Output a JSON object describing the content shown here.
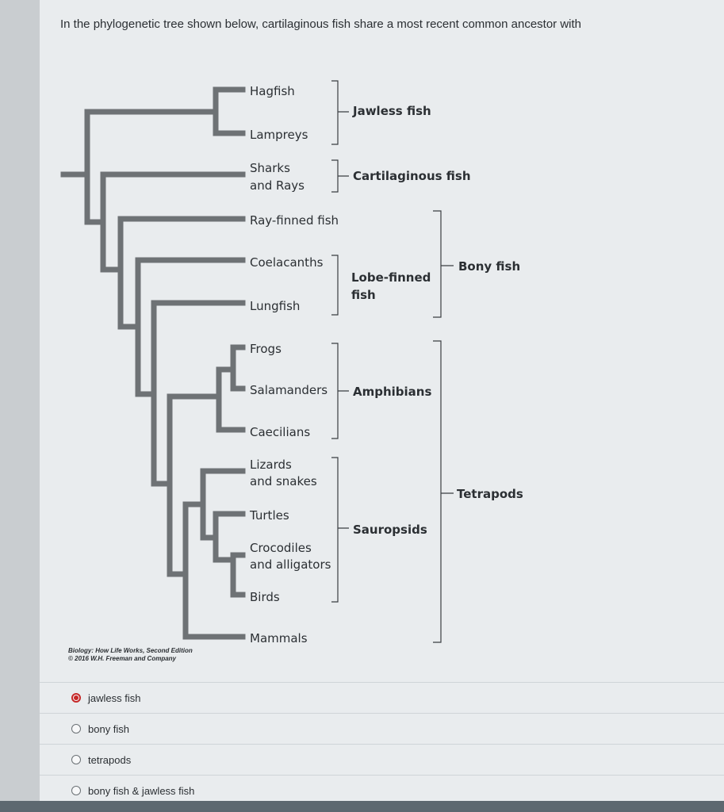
{
  "question": "In the phylogenetic tree shown below, cartilaginous fish share a most recent common ancestor with",
  "taxa": {
    "hagfish": "Hagfish",
    "lampreys": "Lampreys",
    "sharks_1": "Sharks",
    "sharks_2": "and Rays",
    "ray_finned": "Ray-finned fish",
    "coelacanths": "Coelacanths",
    "lungfish": "Lungfish",
    "frogs": "Frogs",
    "salamanders": "Salamanders",
    "caecilians": "Caecilians",
    "lizards_1": "Lizards",
    "lizards_2": "and snakes",
    "turtles": "Turtles",
    "crocodiles_1": "Crocodiles",
    "crocodiles_2": "and alligators",
    "birds": "Birds",
    "mammals": "Mammals"
  },
  "groups": {
    "jawless": "Jawless fish",
    "cartilaginous": "Cartilaginous fish",
    "bony": "Bony fish",
    "lobe_1": "Lobe-finned",
    "lobe_2": "fish",
    "amphibians": "Amphibians",
    "tetrapods": "Tetrapods",
    "sauropsids": "Sauropsids"
  },
  "credit": {
    "line1": "Biology: How Life Works, Second Edition",
    "line2": "© 2016 W.H. Freeman and Company"
  },
  "options": [
    {
      "label": "jawless fish",
      "selected": true
    },
    {
      "label": "bony fish",
      "selected": false
    },
    {
      "label": "tetrapods",
      "selected": false
    },
    {
      "label": "bony fish & jawless fish",
      "selected": false
    }
  ],
  "colors": {
    "branch": "#6e7275",
    "selected": "#c62828"
  }
}
